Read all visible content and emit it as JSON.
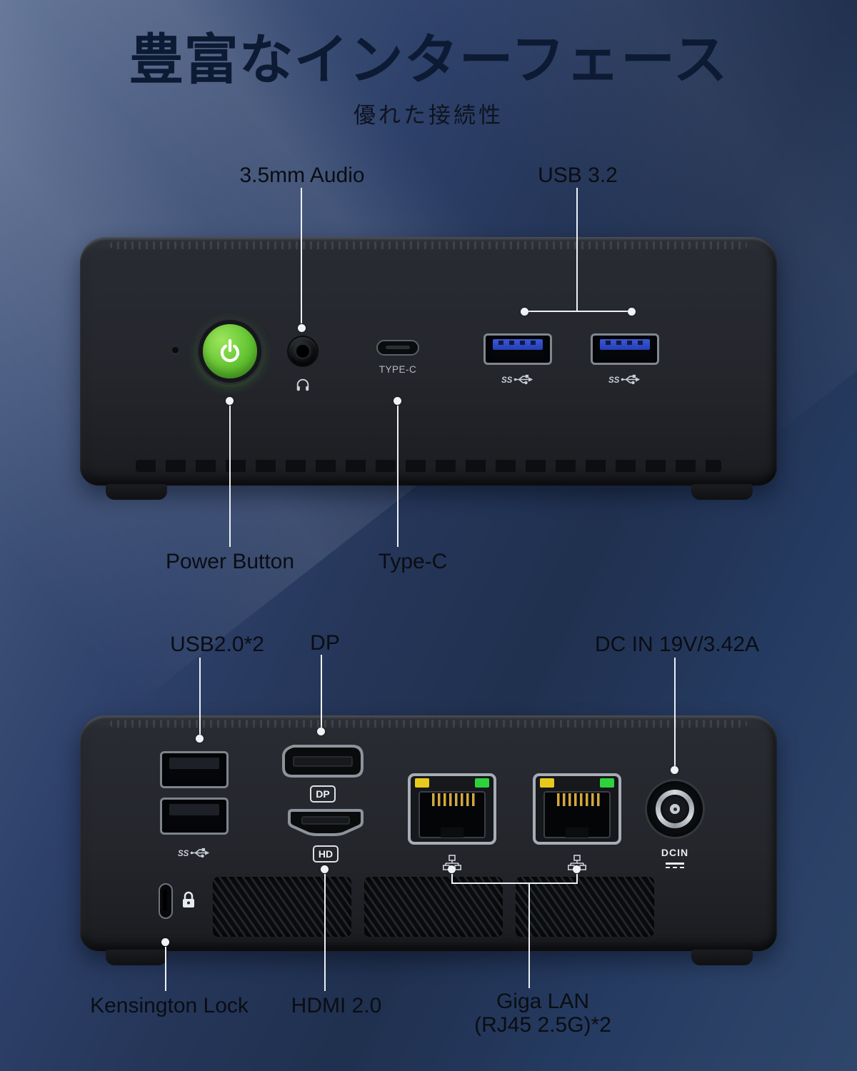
{
  "header": {
    "title": "豊富なインターフェース",
    "subtitle": "優れた接続性"
  },
  "front_panel": {
    "callouts": {
      "audio": "3.5mm Audio",
      "usb32": "USB 3.2",
      "power": "Power Button",
      "typec": "Type-C"
    },
    "captions": {
      "typec": "TYPE-C",
      "usb_ss": "SS"
    }
  },
  "back_panel": {
    "callouts": {
      "usb20": "USB2.0*2",
      "dp": "DP",
      "dcin": "DC IN 19V/3.42A",
      "kensington": "Kensington Lock",
      "hdmi": "HDMI 2.0",
      "lan_line1": "Giga LAN",
      "lan_line2": "(RJ45 2.5G)*2"
    },
    "captions": {
      "dp_badge": "DP",
      "hdmi_badge": "HD",
      "dcin": "DCIN",
      "usb_ss": "SS"
    }
  },
  "colors": {
    "background": "#253a63",
    "title_text": "#0d1a33",
    "device_body": "#24262c",
    "power_green": "#63c432",
    "usb3_blue": "#2b49c6",
    "led_yellow": "#e9ca1c",
    "led_green": "#2ed23c",
    "callout_line": "#edf0f4"
  }
}
